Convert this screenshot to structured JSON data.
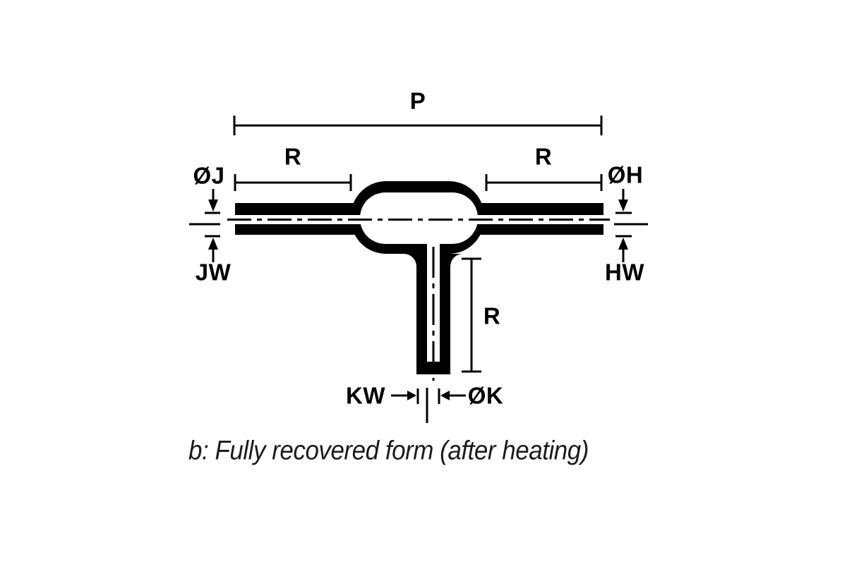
{
  "figure": {
    "caption": "b: Fully recovered form (after heating)",
    "labels": {
      "p": "P",
      "r_left": "R",
      "r_right": "R",
      "r_leg": "R",
      "dia_j": "ØJ",
      "jw": "JW",
      "dia_h": "ØH",
      "hw": "HW",
      "kw": "KW",
      "dia_k": "ØK"
    },
    "colors": {
      "ink": "#000000",
      "caption_ink": "#1c1c1c",
      "background": "#ffffff"
    }
  }
}
